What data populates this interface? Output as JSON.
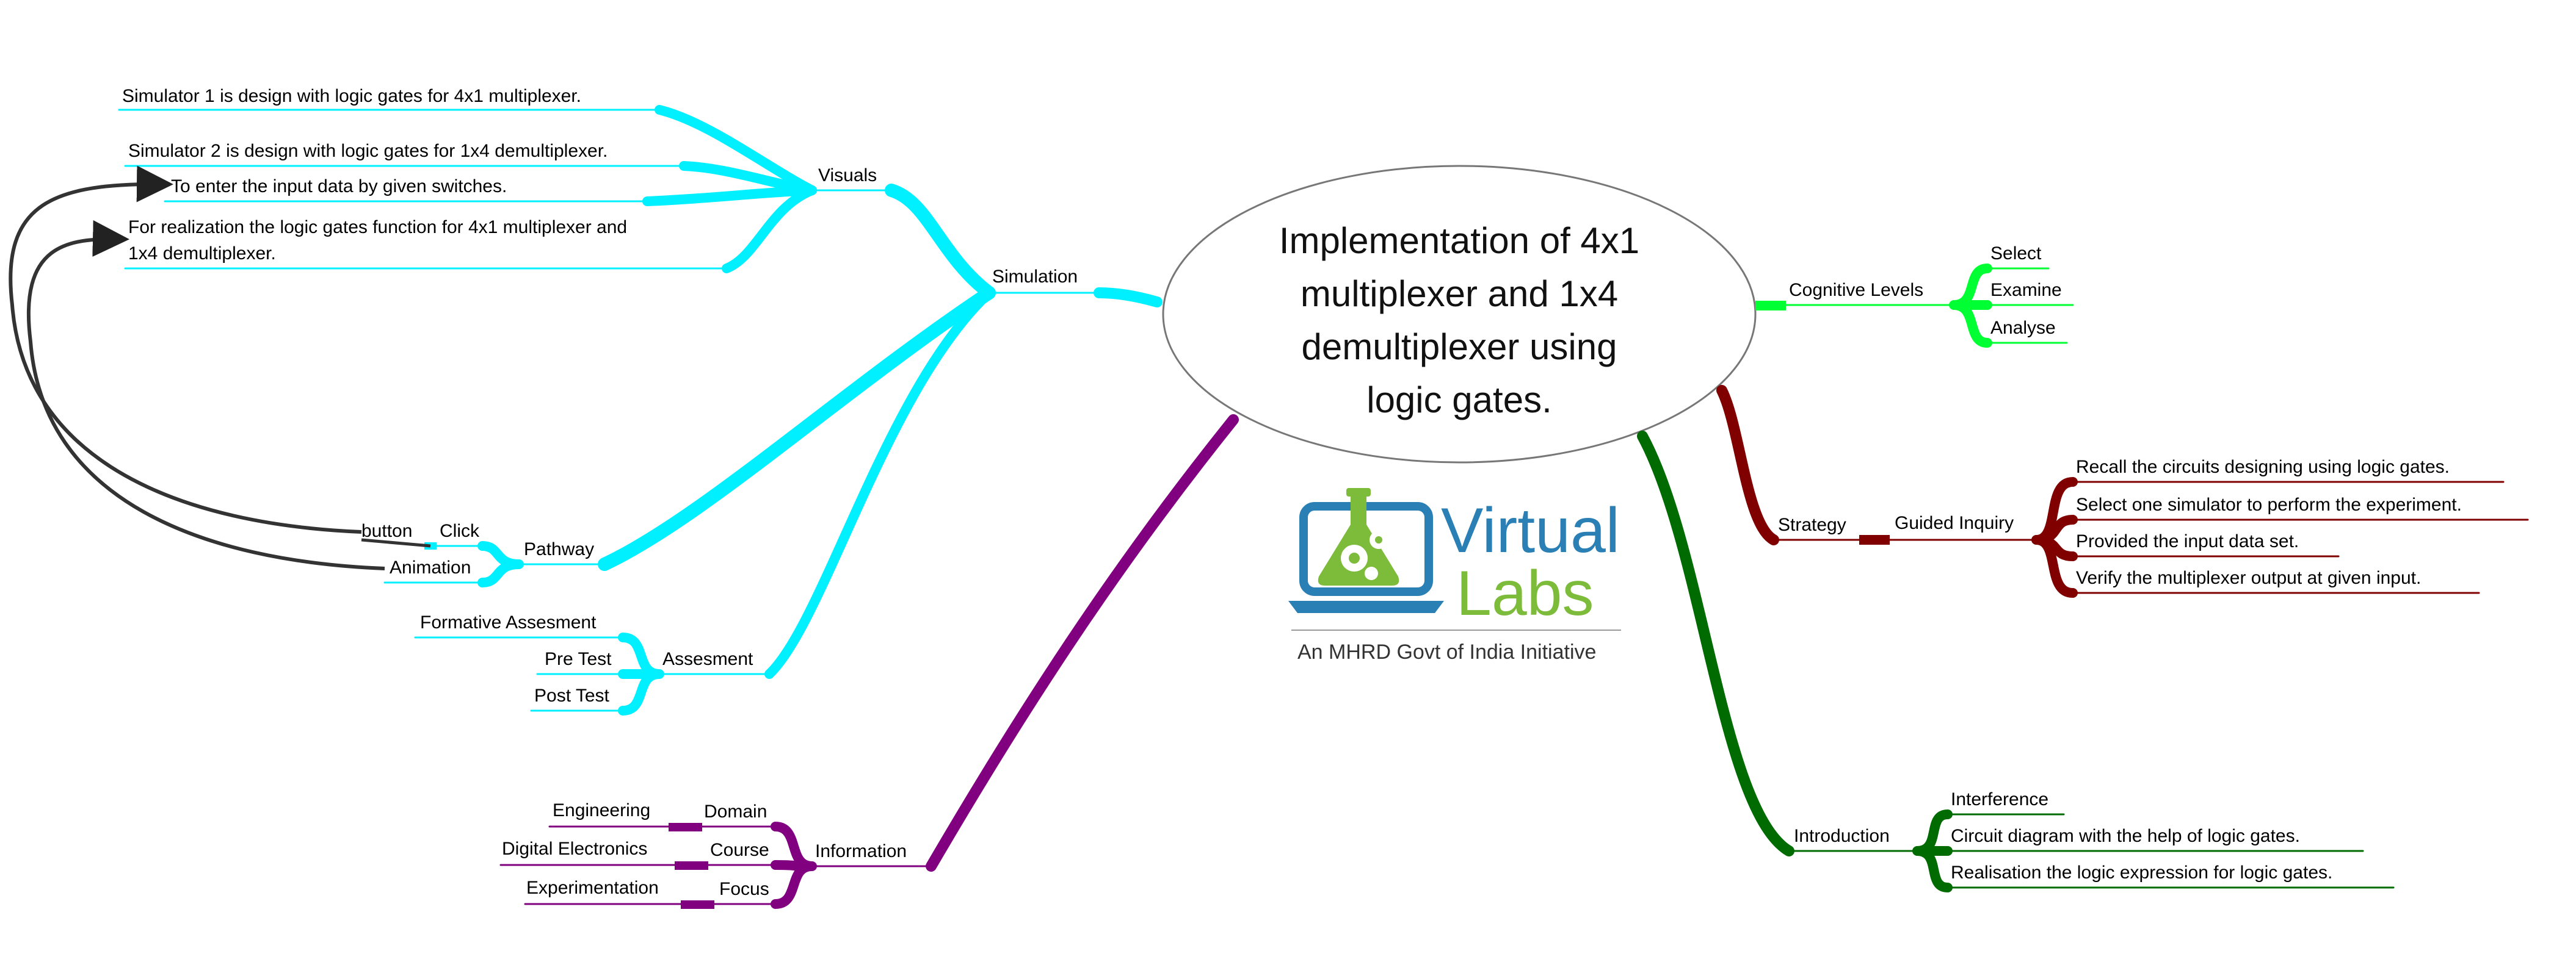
{
  "central": {
    "lines": [
      "Implementation of 4x1",
      "multiplexer and 1x4",
      "demultiplexer using",
      "logic gates."
    ]
  },
  "colors": {
    "simulation": "#00f0ff",
    "information": "#800080",
    "cognitive": "#00ff33",
    "strategy": "#800000",
    "introduction": "#006b00",
    "connector": "#333333",
    "logo_blue": "#2a7fb5",
    "logo_green": "#7dbb3a"
  },
  "simulation": {
    "label": "Simulation",
    "visuals": {
      "label": "Visuals",
      "items": [
        "Simulator 1 is design with logic gates for 4x1 multiplexer.",
        "Simulator 2 is design with logic gates for 1x4 demultiplexer.",
        "To enter the input data by given switches.",
        "For realization the logic gates function for 4x1 multiplexer and",
        "1x4 demultiplexer."
      ]
    },
    "pathway": {
      "label": "Pathway",
      "click": "Click",
      "button": "button",
      "animation": "Animation"
    },
    "assesment": {
      "label": "Assesment",
      "items": [
        "Formative Assesment",
        "Pre Test",
        "Post Test"
      ]
    }
  },
  "information": {
    "label": "Information",
    "rows": [
      {
        "key": "Domain",
        "value": "Engineering"
      },
      {
        "key": "Course",
        "value": "Digital Electronics"
      },
      {
        "key": "Focus",
        "value": "Experimentation"
      }
    ]
  },
  "cognitive": {
    "label": "Cognitive Levels",
    "items": [
      "Select",
      "Examine",
      "Analyse"
    ]
  },
  "strategy": {
    "label": "Strategy",
    "guided": {
      "label": "Guided Inquiry",
      "items": [
        "Recall the circuits designing using logic gates.",
        "Select one simulator to perform the experiment.",
        "Provided the input data set.",
        "Verify the multiplexer output at given input."
      ]
    }
  },
  "introduction": {
    "label": "Introduction",
    "items": [
      "Interference",
      "Circuit diagram with the help of logic gates.",
      "Realisation the logic expression for logic gates."
    ]
  },
  "logo": {
    "word1": "Virtual",
    "word2": "Labs",
    "tagline": "An MHRD Govt of India Initiative"
  }
}
